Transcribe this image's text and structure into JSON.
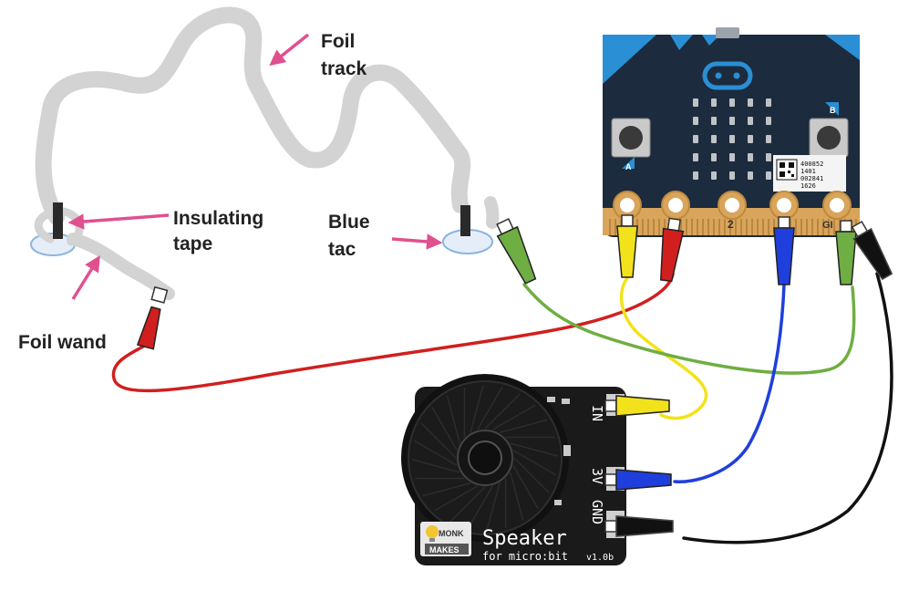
{
  "labels": {
    "foil_track_line1": "Foil",
    "foil_track_line2": "track",
    "insulating_tape_line1": "Insulating",
    "insulating_tape_line2": "tape",
    "blue_tac_line1": "Blue",
    "blue_tac_line2": "tac",
    "foil_wand": "Foil wand"
  },
  "microbit": {
    "button_a": "A",
    "button_b": "B",
    "pin_2": "2",
    "pin_gnd": "GI",
    "qr_text": [
      "400852",
      "1401",
      "002841",
      "1626"
    ]
  },
  "speaker_board": {
    "pin_in": "IN",
    "pin_3v": "3V",
    "pin_gnd": "GND",
    "brand_line1": "MONK",
    "brand_line2": "MAKES",
    "title": "Speaker",
    "subtitle": "for micro:bit",
    "version": "v1.0b"
  },
  "colors": {
    "foil": "#d3d3d3",
    "pointer_arrow": "#e0508f",
    "microbit_board": "#1c2b3d",
    "microbit_accent": "#2a8fd4",
    "gold_edge": "#d9a55b",
    "wire_red": "#d11f1f",
    "wire_yellow": "#f2e21b",
    "wire_green": "#6fae42",
    "wire_blue": "#1f3fdc",
    "wire_black": "#111111",
    "speaker_board": "#1a1a1a"
  }
}
